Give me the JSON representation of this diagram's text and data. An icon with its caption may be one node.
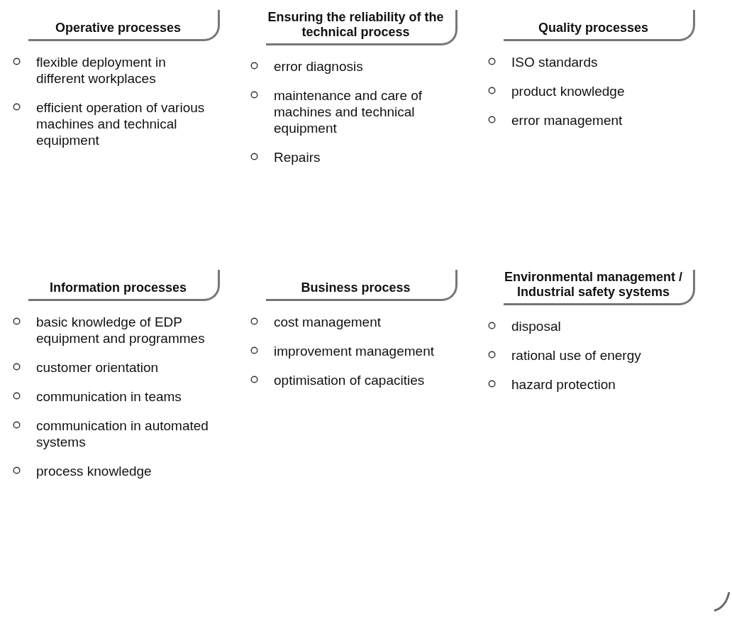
{
  "diagram": {
    "nodes": [
      {
        "text": [
          "Operative processes"
        ],
        "beside": [
          "flexible deployment in different workplaces",
          "efficient operation of various machines and technical equipment"
        ]
      },
      {
        "text": [
          "Ensuring the reliability of the technical process"
        ],
        "beside": [
          "error diagnosis",
          "maintenance and care of machines and technical equipment",
          "Repairs"
        ]
      },
      {
        "text": [
          "Quality processes"
        ],
        "beside": [
          "ISO standards",
          "product knowledge",
          "error management"
        ]
      },
      {
        "text": [
          "Information processes"
        ],
        "beside": [
          "basic knowledge of EDP equipment and programmes",
          "customer orientation",
          "communication in teams",
          "communication in automated systems",
          "process knowledge"
        ]
      },
      {
        "text": [
          "Business process"
        ],
        "beside": [
          "cost management",
          "improvement management",
          "optimisation of capacities"
        ]
      },
      {
        "text": [
          "Environmental management / Industrial safety systems"
        ],
        "beside": [
          "disposal",
          "rational use of energy",
          "hazard protection"
        ]
      }
    ]
  }
}
